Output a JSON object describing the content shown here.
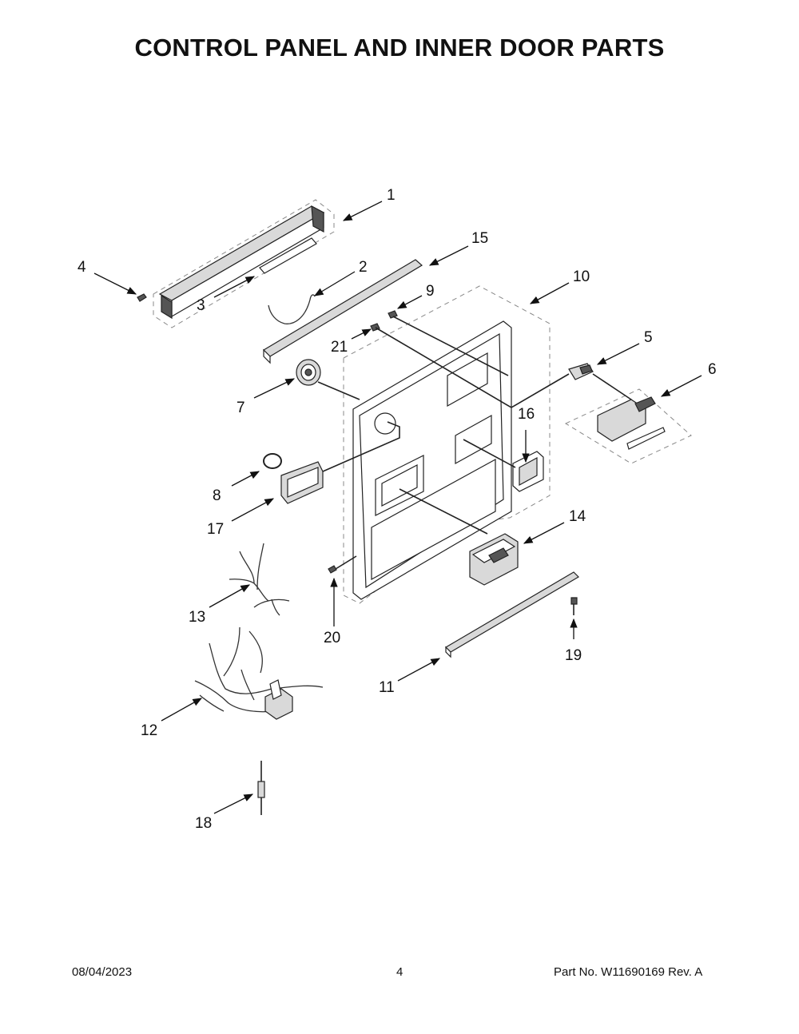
{
  "page": {
    "title": "CONTROL PANEL AND INNER DOOR PARTS",
    "footer": {
      "date": "08/04/2023",
      "page_number": "4",
      "part_number": "Part No.  W11690169  Rev.  A"
    }
  },
  "callouts": [
    {
      "id": "callout-1",
      "label": "1"
    },
    {
      "id": "callout-2",
      "label": "2"
    },
    {
      "id": "callout-3",
      "label": "3"
    },
    {
      "id": "callout-4",
      "label": "4"
    },
    {
      "id": "callout-5",
      "label": "5"
    },
    {
      "id": "callout-6",
      "label": "6"
    },
    {
      "id": "callout-7",
      "label": "7"
    },
    {
      "id": "callout-8",
      "label": "8"
    },
    {
      "id": "callout-9",
      "label": "9"
    },
    {
      "id": "callout-10",
      "label": "10"
    },
    {
      "id": "callout-11",
      "label": "11"
    },
    {
      "id": "callout-12",
      "label": "12"
    },
    {
      "id": "callout-13",
      "label": "13"
    },
    {
      "id": "callout-14",
      "label": "14"
    },
    {
      "id": "callout-15",
      "label": "15"
    },
    {
      "id": "callout-16",
      "label": "16"
    },
    {
      "id": "callout-17",
      "label": "17"
    },
    {
      "id": "callout-18",
      "label": "18"
    },
    {
      "id": "callout-19",
      "label": "19"
    },
    {
      "id": "callout-20",
      "label": "20"
    },
    {
      "id": "callout-21",
      "label": "21"
    }
  ]
}
